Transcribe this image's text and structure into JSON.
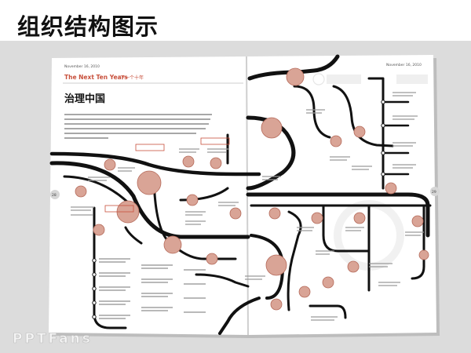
{
  "slide": {
    "title": "组织结构图示"
  },
  "magazine": {
    "left_page": {
      "issue_date": "November 16, 2010",
      "series_title": "The Next Ten Years",
      "series_suffix": "下一个十年",
      "headline": "治理中国",
      "page_number": "28"
    },
    "right_page": {
      "issue_date": "November 16, 2010",
      "page_number": "29"
    }
  },
  "footer": {
    "logo": "PPTFans"
  },
  "colors": {
    "track": "#111111",
    "node_fill": "#d9a496",
    "node_stroke": "#b56a5a",
    "accent": "#c8503c",
    "paper": "#ffffff",
    "table": "#d6d6d6"
  }
}
